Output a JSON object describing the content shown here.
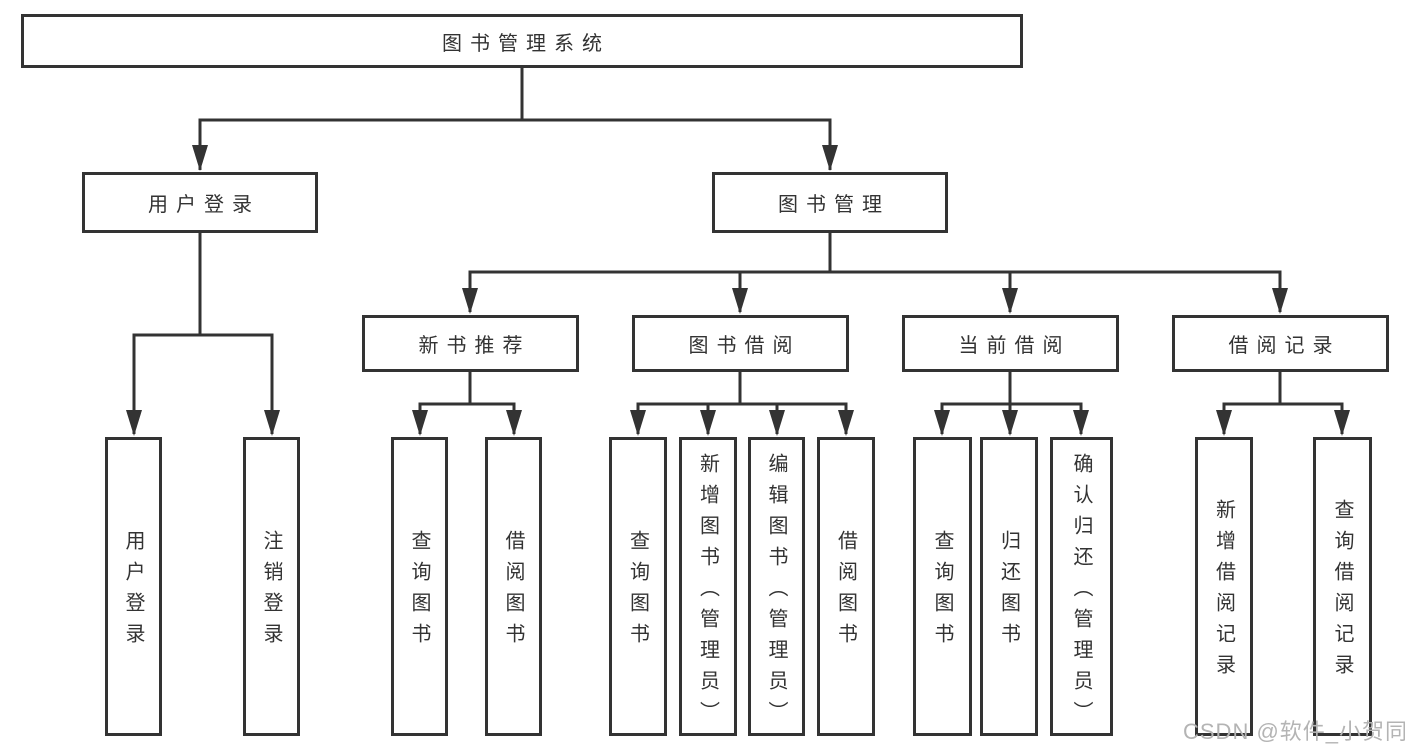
{
  "tree": {
    "root": {
      "label": "图书管理系统"
    },
    "branches": [
      {
        "label": "用户登录",
        "children": [
          {
            "label": "用户登录"
          },
          {
            "label": "注销登录"
          }
        ]
      },
      {
        "label": "图书管理",
        "children": [
          {
            "label": "新书推荐",
            "children": [
              {
                "label": "查询图书"
              },
              {
                "label": "借阅图书"
              }
            ]
          },
          {
            "label": "图书借阅",
            "children": [
              {
                "label": "查询图书"
              },
              {
                "label": "新增图书（管理员）"
              },
              {
                "label": "编辑图书（管理员）"
              },
              {
                "label": "借阅图书"
              }
            ]
          },
          {
            "label": "当前借阅",
            "children": [
              {
                "label": "查询图书"
              },
              {
                "label": "归还图书"
              },
              {
                "label": "确认归还（管理员）"
              }
            ]
          },
          {
            "label": "借阅记录",
            "children": [
              {
                "label": "新增借阅记录"
              },
              {
                "label": "查询借阅记录"
              }
            ]
          }
        ]
      }
    ]
  },
  "watermark": "CSDN @软件_小贺同学",
  "colors": {
    "line": "#333333",
    "box_border": "#333333",
    "box_bg": "#ffffff",
    "text": "#333333",
    "watermark": "#b4b4b4",
    "background": "#ffffff"
  }
}
